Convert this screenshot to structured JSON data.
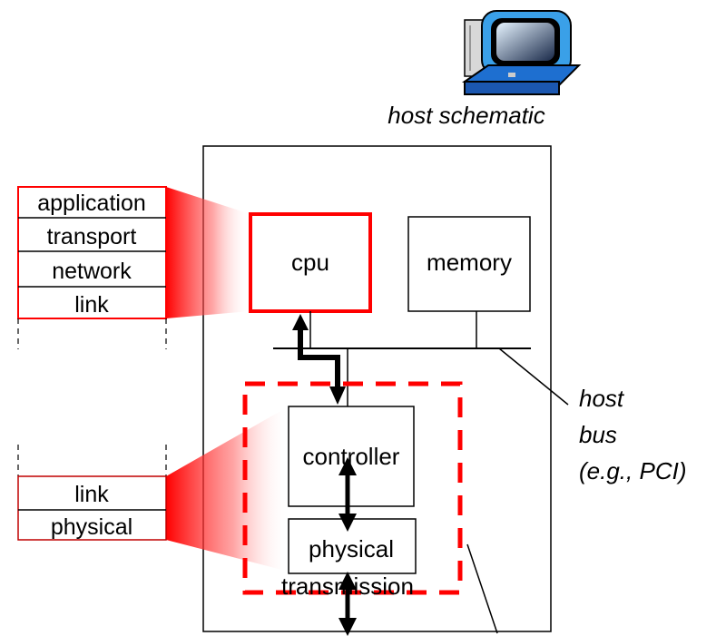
{
  "caption": "host schematic",
  "blocks": {
    "cpu": "cpu",
    "memory": "memory",
    "controller": "controller",
    "physical": "physical",
    "transmission": "transmission"
  },
  "stack_top": [
    "application",
    "transport",
    "network",
    "link"
  ],
  "stack_bottom": [
    "link",
    "physical"
  ],
  "bus_label": [
    "host",
    "bus",
    "(e.g., PCI)"
  ],
  "colors": {
    "accent": "#ff0000",
    "stroke": "#000000",
    "background": "#ffffff"
  },
  "icons": [
    "desktop-computer-icon"
  ]
}
